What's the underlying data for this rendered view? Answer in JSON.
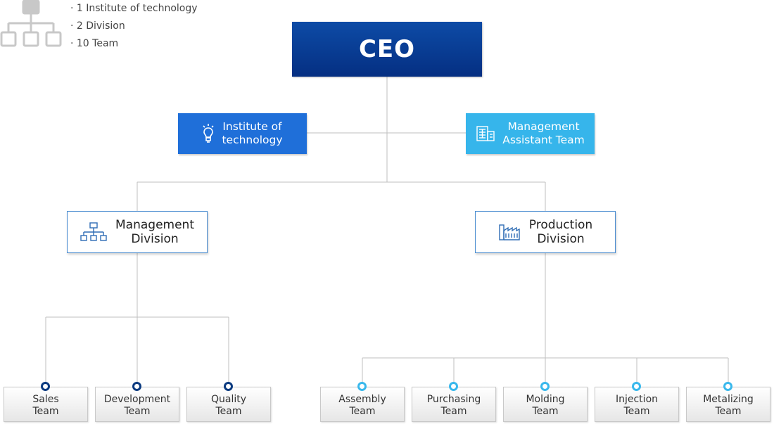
{
  "summary": {
    "items": [
      "· 1 Institute of technology",
      "· 2 Division",
      "· 10 Team"
    ],
    "icon": "org-chart-icon"
  },
  "ceo": {
    "label": "CEO"
  },
  "institute": {
    "label_line1": "Institute of",
    "label_line2": "technology",
    "icon": "lightbulb-icon"
  },
  "management_assistant": {
    "label_line1": "Management",
    "label_line2": "Assistant Team",
    "icon": "building-icon"
  },
  "management_division": {
    "label_line1": "Management",
    "label_line2": "Division",
    "icon": "hierarchy-icon"
  },
  "production_division": {
    "label_line1": "Production",
    "label_line2": "Division",
    "icon": "factory-icon"
  },
  "management_teams": [
    {
      "line1": "Sales",
      "line2": "Team"
    },
    {
      "line1": "Development",
      "line2": "Team"
    },
    {
      "line1": "Quality",
      "line2": "Team"
    }
  ],
  "production_teams": [
    {
      "line1": "Assembly",
      "line2": "Team"
    },
    {
      "line1": "Purchasing",
      "line2": "Team"
    },
    {
      "line1": "Molding",
      "line2": "Team"
    },
    {
      "line1": "Injection",
      "line2": "Team"
    },
    {
      "line1": "Metalizing",
      "line2": "Team"
    }
  ],
  "colors": {
    "ceo": "#052f82",
    "institute": "#1f6fd9",
    "assistant": "#36b5eb",
    "connector": "#bfbfbf",
    "division_border": "#4a8cd0"
  }
}
